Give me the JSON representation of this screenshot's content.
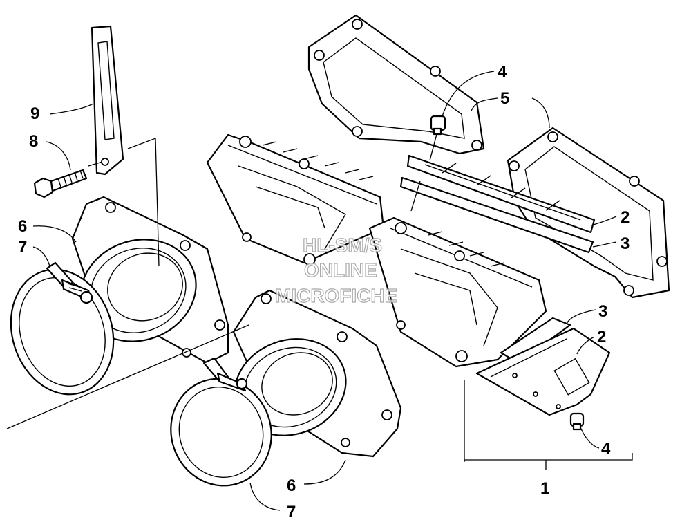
{
  "diagram": {
    "callouts": {
      "c1": "1",
      "c2a": "2",
      "c2b": "2",
      "c3a": "3",
      "c3b": "3",
      "c4a": "4",
      "c4b": "4",
      "c5": "5",
      "c6a": "6",
      "c6b": "6",
      "c7a": "7",
      "c7b": "7",
      "c8": "8",
      "c9": "9"
    },
    "watermark": {
      "line1": "HL-SM/S",
      "line2": "ONLINE",
      "line3": "MICROFICHE"
    },
    "colors": {
      "line": "#000000",
      "background": "#ffffff",
      "watermark": "#9a9a9a"
    }
  }
}
